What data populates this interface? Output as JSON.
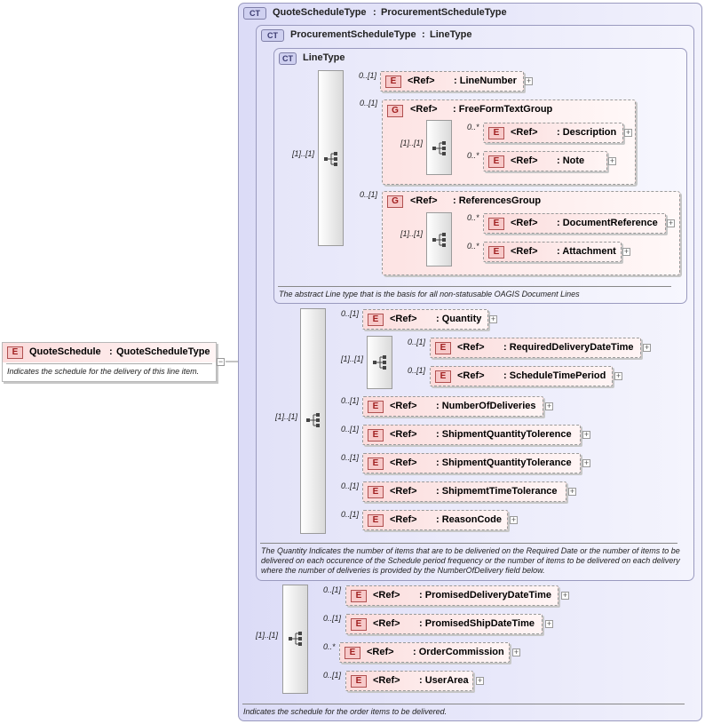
{
  "root": {
    "badge": "E",
    "name": "QuoteSchedule",
    "type": "QuoteScheduleType",
    "doc": "Indicates the schedule for the delivery of this line item.",
    "collapse": "−"
  },
  "ct_quote": {
    "badge": "CT",
    "title": "QuoteScheduleType",
    "base": "ProcurementScheduleType",
    "doc": "Indicates the schedule for the order items to be delivered."
  },
  "ct_procurement": {
    "badge": "CT",
    "title": "ProcurementScheduleType",
    "base": "LineType",
    "doc": "The Quantity Indicates the number of items that are to be deliveried on the Required Date or the number of items to be delivered on each occurence of the Schedule period frequency or the number of items to be delivered on each delivery where the number of deliveries is provided by the NumberOfDelivery field below."
  },
  "ct_line": {
    "badge": "CT",
    "title": "LineType",
    "doc": "The abstract Line type that is the basis for all non-statusable OAGIS Document Lines"
  },
  "ref_label": "<Ref>",
  "colon": ":",
  "plus": "+",
  "e_badge": "E",
  "g_badge": "G",
  "cardinalities": {
    "seq_line": "[1]..[1]",
    "seq_free": "[1]..[1]",
    "seq_refs": "[1]..[1]",
    "seq_proc": "[1]..[1]",
    "seq_delivery": "[1]..[1]",
    "seq_quote": "[1]..[1]"
  },
  "line_items": [
    {
      "card": "0..[1]",
      "name": "LineNumber"
    },
    {
      "card": "0..[1]",
      "name": "FreeFormTextGroup"
    },
    {
      "card": "0..*",
      "name": "Description"
    },
    {
      "card": "0..*",
      "name": "Note"
    },
    {
      "card": "0..[1]",
      "name": "ReferencesGroup"
    },
    {
      "card": "0..*",
      "name": "DocumentReference"
    },
    {
      "card": "0..*",
      "name": "Attachment"
    }
  ],
  "proc_items": [
    {
      "card": "0..[1]",
      "name": "Quantity"
    },
    {
      "card": "0..[1]",
      "name": "RequiredDeliveryDateTime"
    },
    {
      "card": "0..[1]",
      "name": "ScheduleTimePeriod"
    },
    {
      "card": "0..[1]",
      "name": "NumberOfDeliveries"
    },
    {
      "card": "0..[1]",
      "name": "ShipmentQuantityTolerence"
    },
    {
      "card": "0..[1]",
      "name": "ShipmentQuantityTolerance"
    },
    {
      "card": "0..[1]",
      "name": "ShipmemtTimeTolerance"
    },
    {
      "card": "0..[1]",
      "name": "ReasonCode"
    }
  ],
  "quote_items": [
    {
      "card": "0..[1]",
      "name": "PromisedDeliveryDateTime"
    },
    {
      "card": "0..[1]",
      "name": "PromisedShipDateTime"
    },
    {
      "card": "0..*",
      "name": "OrderCommission"
    },
    {
      "card": "0..[1]",
      "name": "UserArea"
    }
  ]
}
